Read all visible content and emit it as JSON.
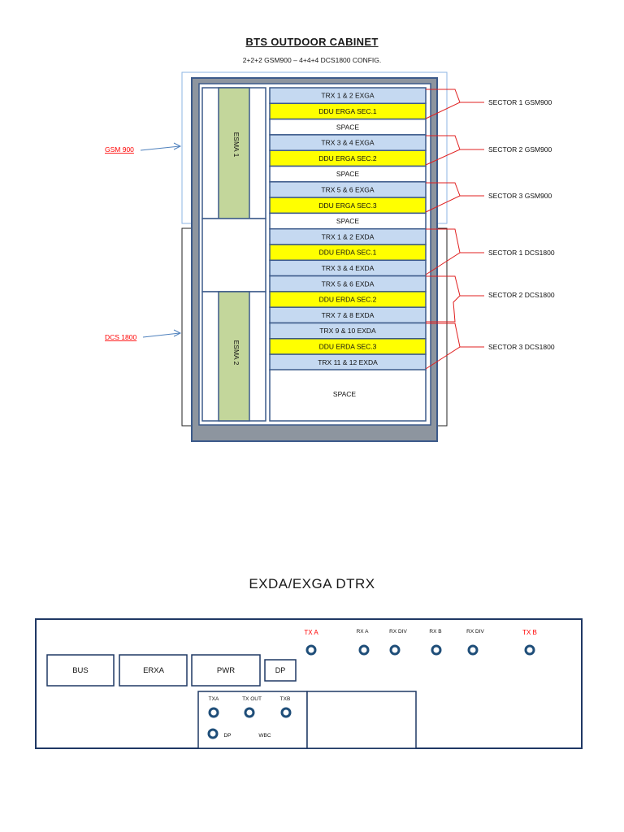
{
  "cabinet": {
    "title": "BTS  OUTDOOR CABINET",
    "subtitle": "2+2+2 GSM900 – 4+4+4 DCS1800 CONFIG.",
    "esma_1": "ESMA 1",
    "esma_2": "ESMA 2",
    "gsm_label": "GSM 900",
    "dcs_label": "DCS  1800",
    "slots": [
      {
        "label": "TRX 1 & 2  EXGA",
        "kind": "trx"
      },
      {
        "label": "DDU ERGA SEC.1",
        "kind": "ddu"
      },
      {
        "label": "SPACE",
        "kind": "space"
      },
      {
        "label": "TRX 3 & 4  EXGA",
        "kind": "trx"
      },
      {
        "label": "DDU ERGA SEC.2",
        "kind": "ddu"
      },
      {
        "label": "SPACE",
        "kind": "space"
      },
      {
        "label": "TRX 5 & 6  EXGA",
        "kind": "trx"
      },
      {
        "label": "DDU ERGA SEC.3",
        "kind": "ddu"
      },
      {
        "label": "SPACE",
        "kind": "space"
      },
      {
        "label": "TRX 1 & 2  EXDA",
        "kind": "trx"
      },
      {
        "label": "DDU ERDA SEC.1",
        "kind": "ddu"
      },
      {
        "label": "TRX 3 & 4  EXDA",
        "kind": "trx"
      },
      {
        "label": "TRX 5 & 6  EXDA",
        "kind": "trx"
      },
      {
        "label": "DDU ERDA SEC.2",
        "kind": "ddu"
      },
      {
        "label": "TRX 7 & 8  EXDA",
        "kind": "trx"
      },
      {
        "label": "TRX 9 & 10  EXDA",
        "kind": "trx"
      },
      {
        "label": "DDU ERDA SEC.3",
        "kind": "ddu"
      },
      {
        "label": "TRX 11 & 12  EXDA",
        "kind": "trx"
      }
    ],
    "bottom_space": "SPACE",
    "sectors": [
      "SECTOR 1 GSM900",
      "SECTOR 2 GSM900",
      "SECTOR 3 GSM900",
      "SECTOR 1 DCS1800",
      "SECTOR 2 DCS1800",
      "SECTOR 3 DCS1800"
    ]
  },
  "dtrx": {
    "title": "EXDA/EXGA   DTRX",
    "modules": [
      "BUS",
      "ERXA",
      "PWR",
      "DP"
    ],
    "ports_top": [
      "TX A",
      "RX A",
      "RX DIV",
      "RX B",
      "RX DIV",
      "TX B"
    ],
    "ports_inner": [
      "TXA",
      "TX OUT",
      "TXB",
      "DP",
      "WBC"
    ]
  },
  "colors": {
    "trx_fill": "#c5d9f1",
    "ddu_fill": "#ffff00",
    "esma_fill": "#c3d69b",
    "frame_border": "#3c5a8a",
    "cabinet_gray": "#8d959f",
    "annotation_red": "#ff0000",
    "arrow_blue": "#4f81bd",
    "port_blue": "#1f4e79"
  }
}
